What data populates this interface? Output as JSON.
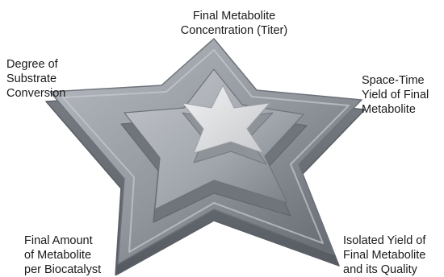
{
  "diagram": {
    "labels": {
      "top": [
        "Final Metabolite",
        "Concentration (Titer)"
      ],
      "left": [
        "Degree of",
        "Substrate",
        "Conversion"
      ],
      "right": [
        "Space-Time",
        "Yield of Final",
        "Metabolite"
      ],
      "bottom_left": [
        "Final Amount",
        "of Metabolite",
        "per Biocatalyst"
      ],
      "bottom_right": [
        "Isolated Yield of",
        "Final Metabolite",
        "and its Quality"
      ]
    },
    "colors": {
      "outer_tier": "#8a9099",
      "middle_tier": "#9ca1a9",
      "top_face": "#d9dadc",
      "edge": "#6e737b"
    }
  }
}
